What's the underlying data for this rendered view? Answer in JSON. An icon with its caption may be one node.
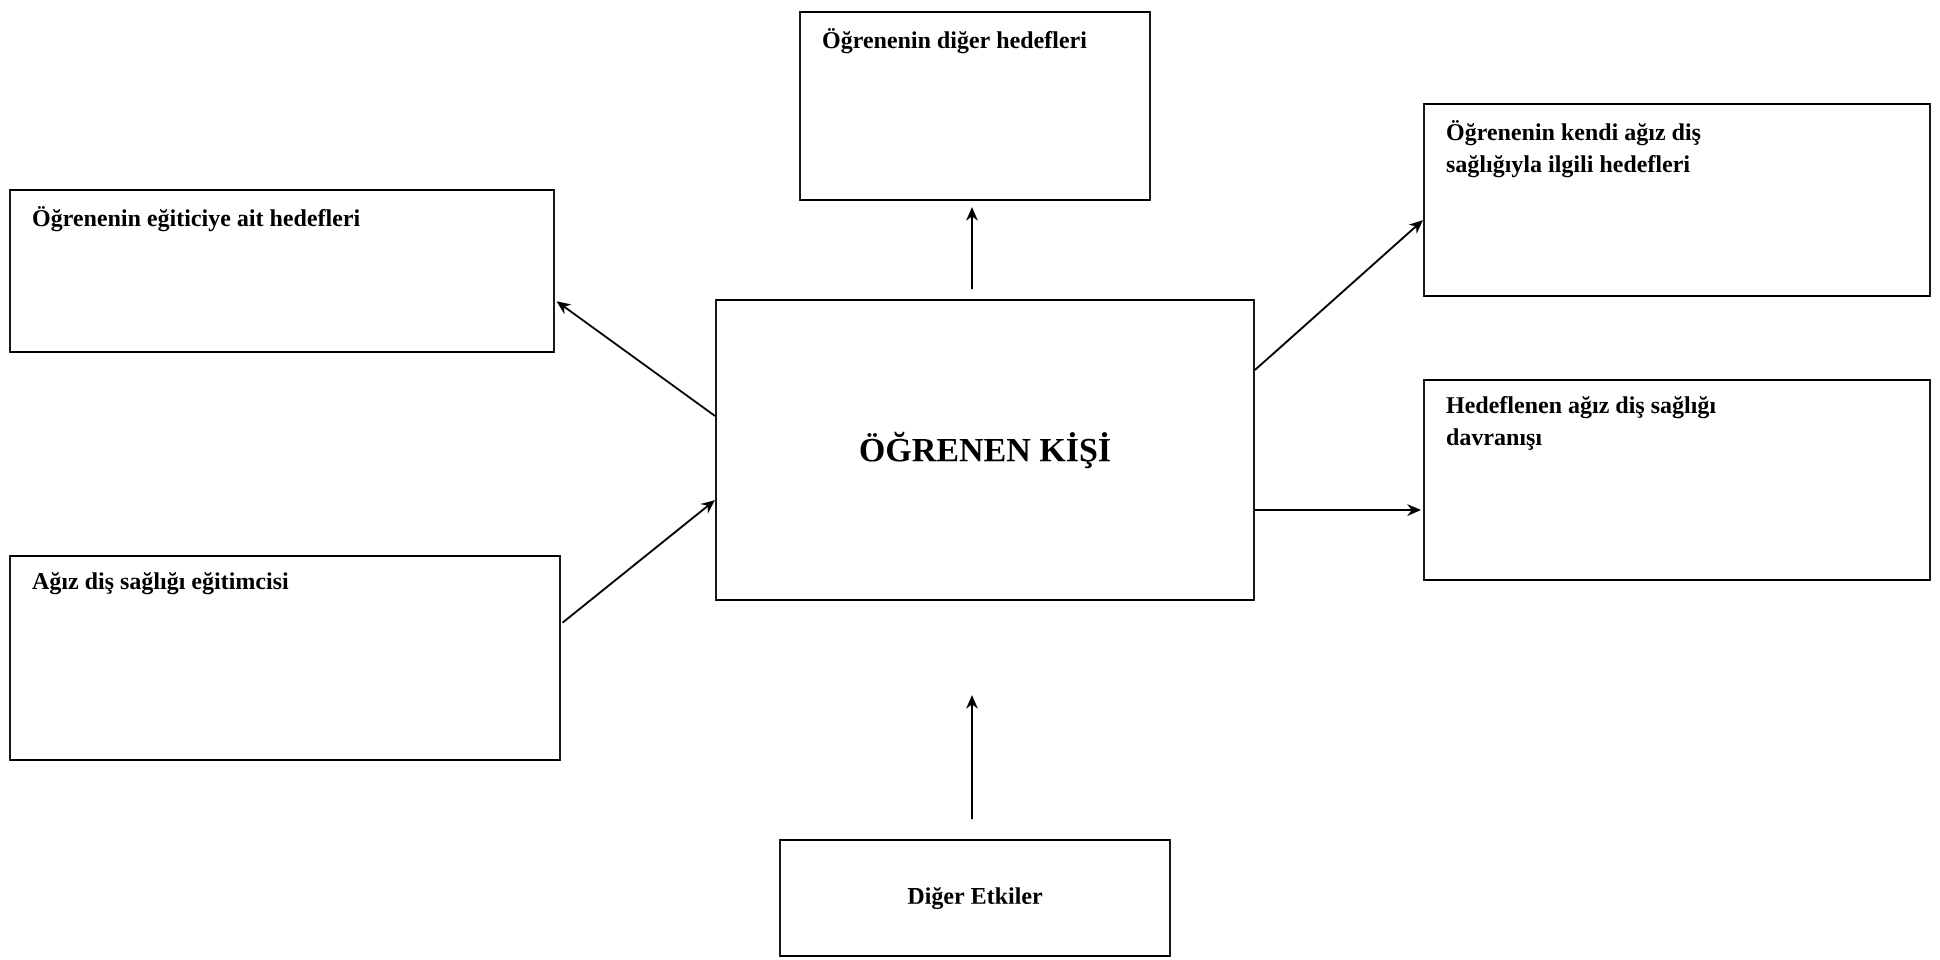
{
  "diagram": {
    "nodes": [
      {
        "text": [
          "Öğrenenin diğer hedefleri"
        ]
      },
      {
        "text": [
          "Öğrenenin eğiticiye ait hedefleri"
        ]
      },
      {
        "text": [
          "ÖĞRENEN KİŞİ"
        ]
      },
      {
        "text": [
          "Öğrenenin kendi ağız diş sağlığıyla ilgili hedefleri"
        ]
      },
      {
        "text": [
          "Hedeflenen ağız diş sağlığı davranışı"
        ]
      },
      {
        "text": [
          "Ağız diş sağlığı eğitimcisi"
        ]
      },
      {
        "text": [
          "Diğer Etkiler"
        ]
      }
    ],
    "edges": [
      {
        "from": 2,
        "to": 0,
        "arrow": "to"
      },
      {
        "from": 2,
        "to": 1,
        "arrow": "to"
      },
      {
        "from": 5,
        "to": 2,
        "arrow": "to"
      },
      {
        "from": 2,
        "to": 3,
        "arrow": "to"
      },
      {
        "from": 2,
        "to": 4,
        "arrow": "to"
      },
      {
        "from": 6,
        "to": 2,
        "arrow": "to"
      }
    ]
  }
}
